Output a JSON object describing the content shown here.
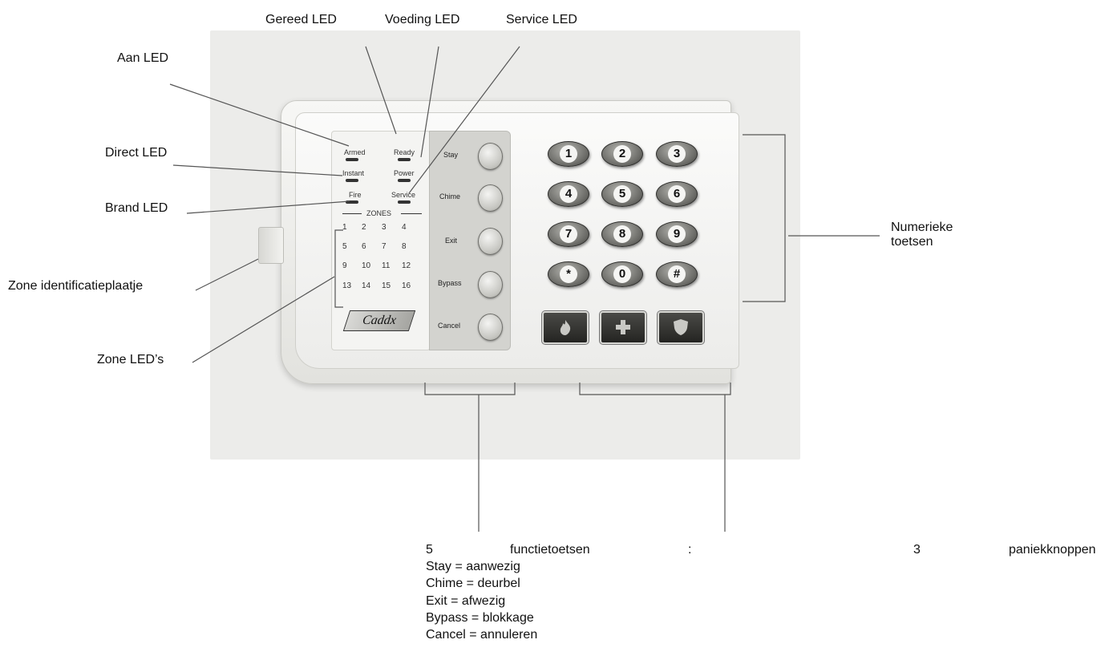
{
  "callouts": {
    "gereed_led": "Gereed LED",
    "voeding_led": "Voeding LED",
    "service_led": "Service LED",
    "aan_led": "Aan LED",
    "direct_led": "Direct LED",
    "brand_led": "Brand LED",
    "zone_plate": "Zone identificatieplaatje",
    "zone_leds": "Zone LED’s",
    "numeric_keys_line1": "Numerieke",
    "numeric_keys_line2": "toetsen"
  },
  "keypad": {
    "status_labels": {
      "armed": "Armed",
      "ready": "Ready",
      "instant": "Instant",
      "power": "Power",
      "fire": "Fire",
      "service": "Service"
    },
    "zones_title": "ZONES",
    "zone_numbers": [
      "1",
      "2",
      "3",
      "4",
      "5",
      "6",
      "7",
      "8",
      "9",
      "10",
      "11",
      "12",
      "13",
      "14",
      "15",
      "16"
    ],
    "brand_logo": "Caddx",
    "function_keys": [
      "Stay",
      "Chime",
      "Exit",
      "Bypass",
      "Cancel"
    ],
    "number_keys": [
      "1",
      "2",
      "3",
      "4",
      "5",
      "6",
      "7",
      "8",
      "9",
      "*",
      "0",
      "#"
    ],
    "panic_keys": [
      "fire-icon",
      "medical-cross-icon",
      "police-shield-icon"
    ]
  },
  "legend": {
    "count_fn": "5",
    "fn_title": "functietoetsen",
    "separator": ":",
    "count_panic": "3",
    "panic_title": "paniekknoppen",
    "items": [
      "Stay = aanwezig",
      "Chime = deurbel",
      "Exit = afwezig",
      "Bypass = blokkage",
      "Cancel = annuleren"
    ]
  }
}
